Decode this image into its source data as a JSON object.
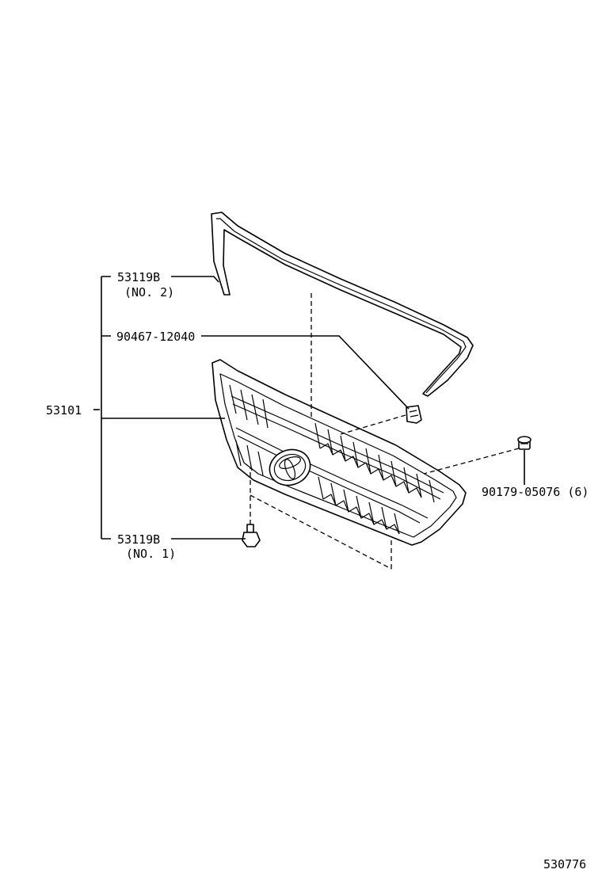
{
  "diagram": {
    "labels": {
      "molding_no2_part": "53119B",
      "molding_no2_note": "(NO. 2)",
      "clip_part": "90467-12040",
      "grille_assy_part": "53101",
      "nut_part": "90179-05076 (6)",
      "molding_no1_part": "53119B",
      "molding_no1_note": "(NO. 1)",
      "illustration_number": "530776"
    }
  }
}
